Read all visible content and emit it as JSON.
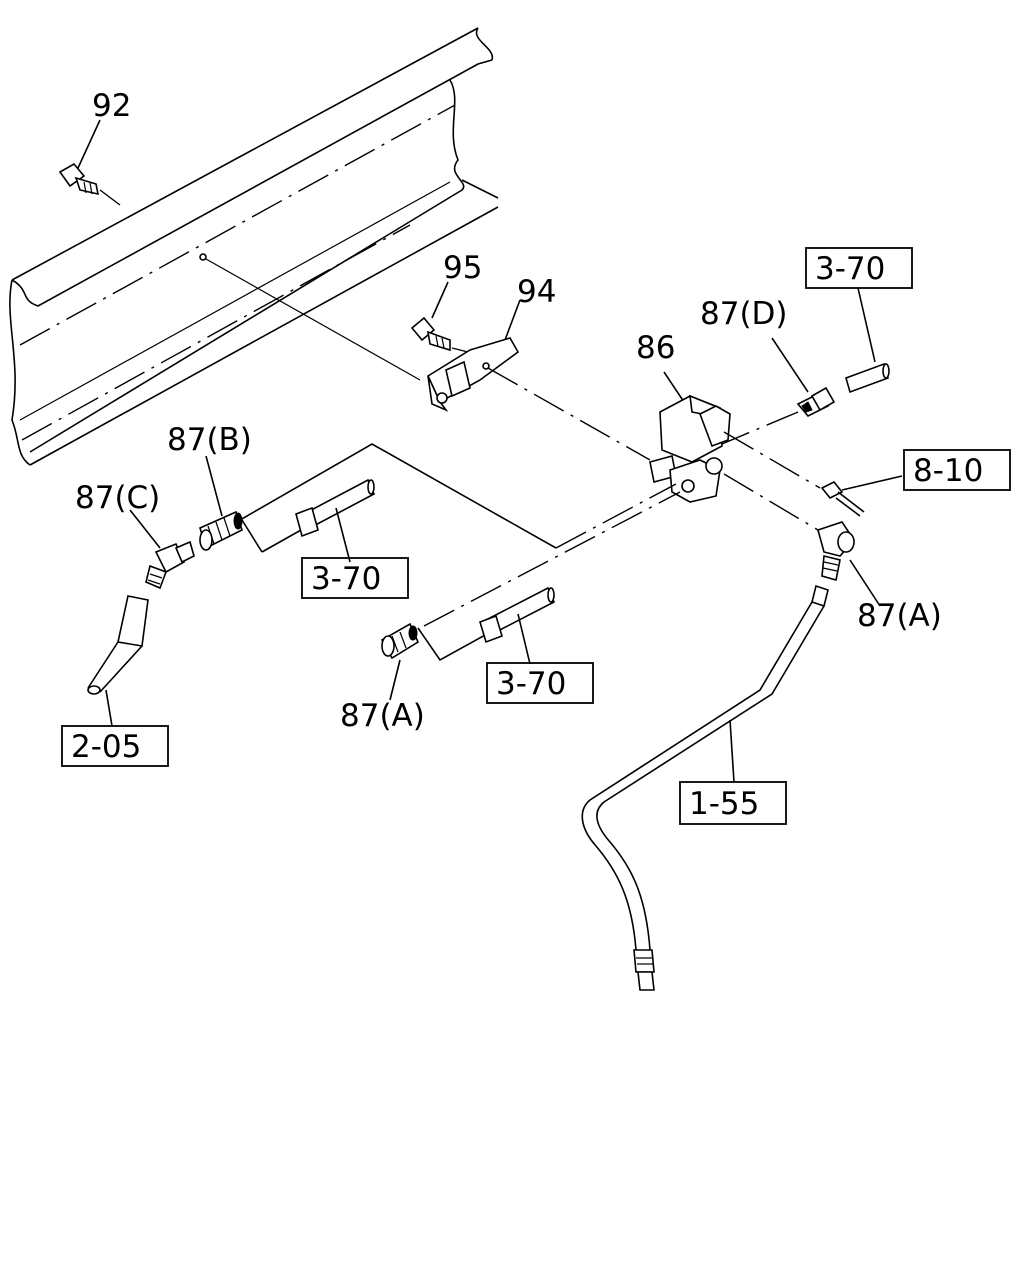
{
  "callouts": {
    "p92": "92",
    "p95": "95",
    "p94": "94",
    "p86": "86",
    "p87d": "87(D)",
    "p87b": "87(B)",
    "p87c": "87(C)",
    "p87a_right": "87(A)",
    "p87a_center": "87(A)"
  },
  "refs": {
    "r370_top": "3-70",
    "r810": "8-10",
    "r370_left": "3-70",
    "r370_center": "3-70",
    "r205": "2-05",
    "r155": "1-55"
  }
}
